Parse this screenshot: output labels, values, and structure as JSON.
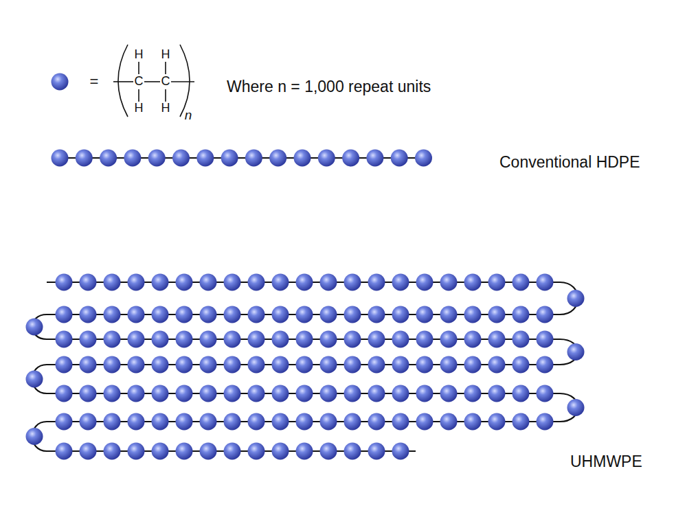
{
  "diagram": {
    "labels": [
      "=",
      "H",
      "H",
      "C",
      "C",
      "H",
      "H",
      "n",
      "Where n = 1,000 repeat units",
      "Conventional HDPE",
      "UHMWPE"
    ]
  }
}
